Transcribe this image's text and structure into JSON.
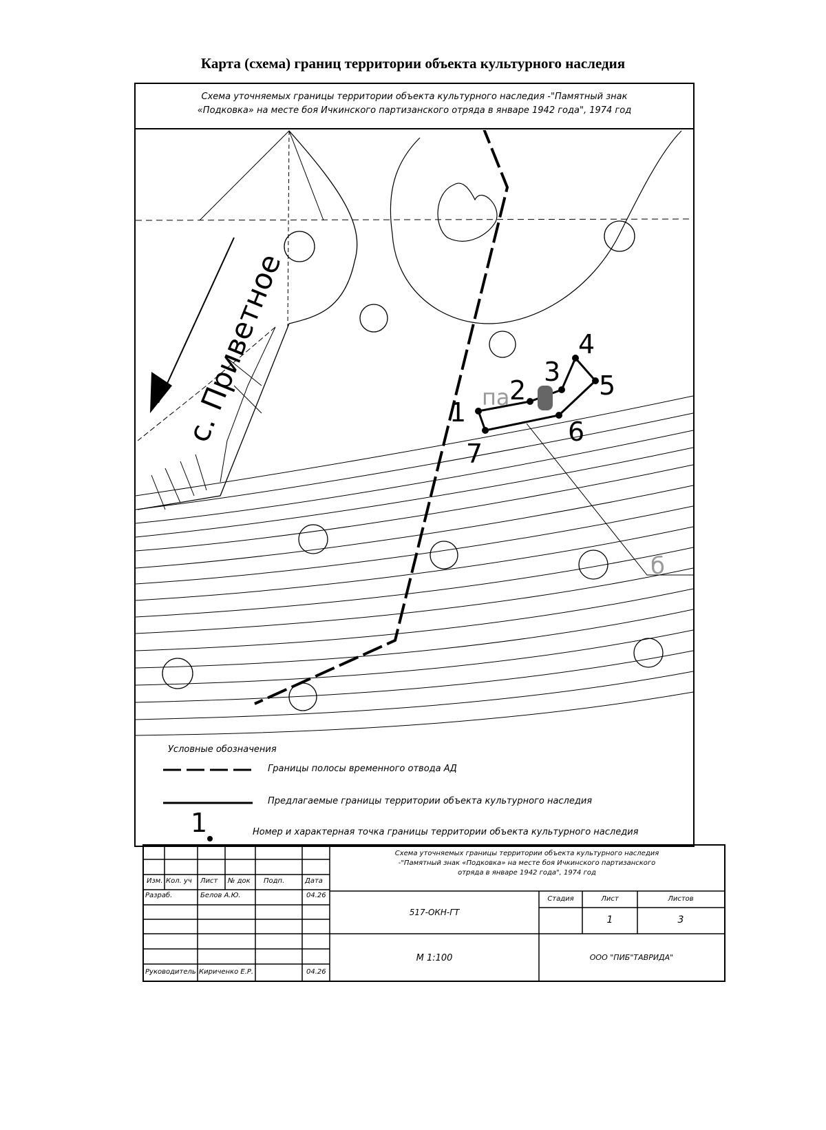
{
  "page_title": "Карта (схема) границ территории объекта культурного наследия",
  "map_header": {
    "line1": "Схема уточняемых границы территории объекта культурного наследия -\"Памятный знак",
    "line2": "«Подковка» на месте боя Ичкинского партизанского отряда в январе 1942 года\", 1974 год"
  },
  "map": {
    "village_label": "с. Приветное",
    "fragment_label_1": "па",
    "fragment_label_2": "б",
    "points": [
      {
        "label": "1"
      },
      {
        "label": "2"
      },
      {
        "label": "3"
      },
      {
        "label": "4"
      },
      {
        "label": "5"
      },
      {
        "label": "6"
      },
      {
        "label": "7"
      }
    ]
  },
  "legend": {
    "caption": "Условные обозначения",
    "items": [
      {
        "symbol": "dashed-line",
        "text": "Границы полосы временного отвода АД"
      },
      {
        "symbol": "solid-line",
        "text": "Предлагаемые границы территории объекта культурного наследия"
      },
      {
        "symbol": "numbered-point",
        "sample": "1",
        "text": "Номер и характерная точка границы территории объекта культурного наследия"
      }
    ]
  },
  "stamp": {
    "headers": [
      "Изм.",
      "Кол. уч",
      "Лист",
      "№ док",
      "Подп.",
      "Дата"
    ],
    "rows": [
      {
        "role": "Разраб.",
        "name": "Белов А.Ю.",
        "date": "04.26"
      },
      {
        "role": "Руководитель",
        "name": "Кириченко Е.Р.",
        "date": "04.26"
      }
    ],
    "title_line1": "Схема уточняемых границы территории объекта культурного наследия",
    "title_line2": "-\"Памятный знак «Подковка» на месте боя Ичкинского партизанского",
    "title_line3": "отряда в январе 1942 года\", 1974 год",
    "code": "517-ОКН-ГТ",
    "scale": "М 1:100",
    "stage_label": "Стадия",
    "sheet_label": "Лист",
    "sheets_label": "Листов",
    "sheet": "1",
    "sheets": "3",
    "organization": "ООО \"ПИБ\"ТАВРИДА\""
  }
}
